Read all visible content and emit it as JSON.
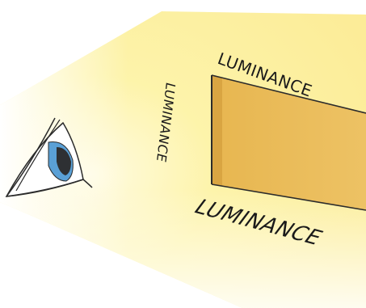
{
  "diagram": {
    "labels": {
      "back_wall": "LUMINANCE",
      "side_wall": "LUMINANCE",
      "floor": "LUMINANCE"
    },
    "colors": {
      "light_beam": "#fdf3a6",
      "surface_face": "#eabb55",
      "surface_edge": "#d9a542",
      "outline": "#2b2b2b",
      "iris": "#5aa0d6",
      "pupil": "#2e3033"
    }
  }
}
